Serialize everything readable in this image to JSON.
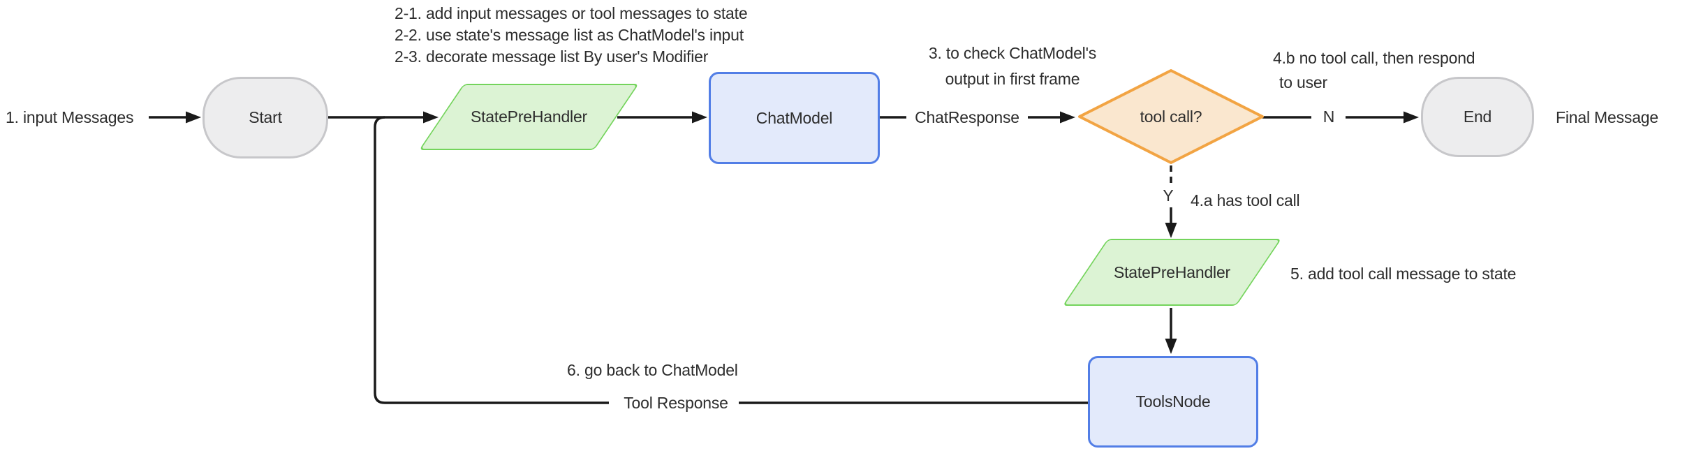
{
  "colors": {
    "line": "#1a1a1a",
    "text": "#2d2d2d",
    "gray_fill": "#ededee",
    "gray_border": "#c7c7ca",
    "green_fill": "#dcf3d4",
    "green_border": "#74d45c",
    "blue_fill": "#e3eafb",
    "blue_border": "#527ee6",
    "orange_fill": "#fae7cf",
    "orange_border": "#f2a443"
  },
  "nodes": {
    "start": {
      "label": "Start",
      "shape": "stadium"
    },
    "state_pre_handler_1": {
      "label": "StatePreHandler",
      "shape": "parallelogram"
    },
    "chat_model": {
      "label": "ChatModel",
      "shape": "rounded-rect"
    },
    "tool_call_decision": {
      "label": "tool call?",
      "shape": "diamond"
    },
    "end_node": {
      "label": "End",
      "shape": "stadium"
    },
    "state_pre_handler_2": {
      "label": "StatePreHandler",
      "shape": "parallelogram"
    },
    "tools_node": {
      "label": "ToolsNode",
      "shape": "rounded-rect"
    }
  },
  "edge_labels": {
    "input_messages": "1. input Messages",
    "chat_response": "ChatResponse",
    "no_branch": "N",
    "yes_branch": "Y",
    "final_message": "Final Message",
    "tool_response": "Tool Response"
  },
  "annotations": {
    "step_2_lines": [
      "2-1. add input messages or tool messages to state",
      "2-2. use state's message list as ChatModel's input",
      "2-3. decorate message list By user's Modifier"
    ],
    "step_3_lines": [
      "3. to check ChatModel's",
      "output in first frame"
    ],
    "step_4b_lines": [
      "4.b no tool call, then respond",
      "to user"
    ],
    "step_4a": "4.a has tool call",
    "step_5": "5. add tool call message to state",
    "step_6": "6. go back to ChatModel"
  }
}
